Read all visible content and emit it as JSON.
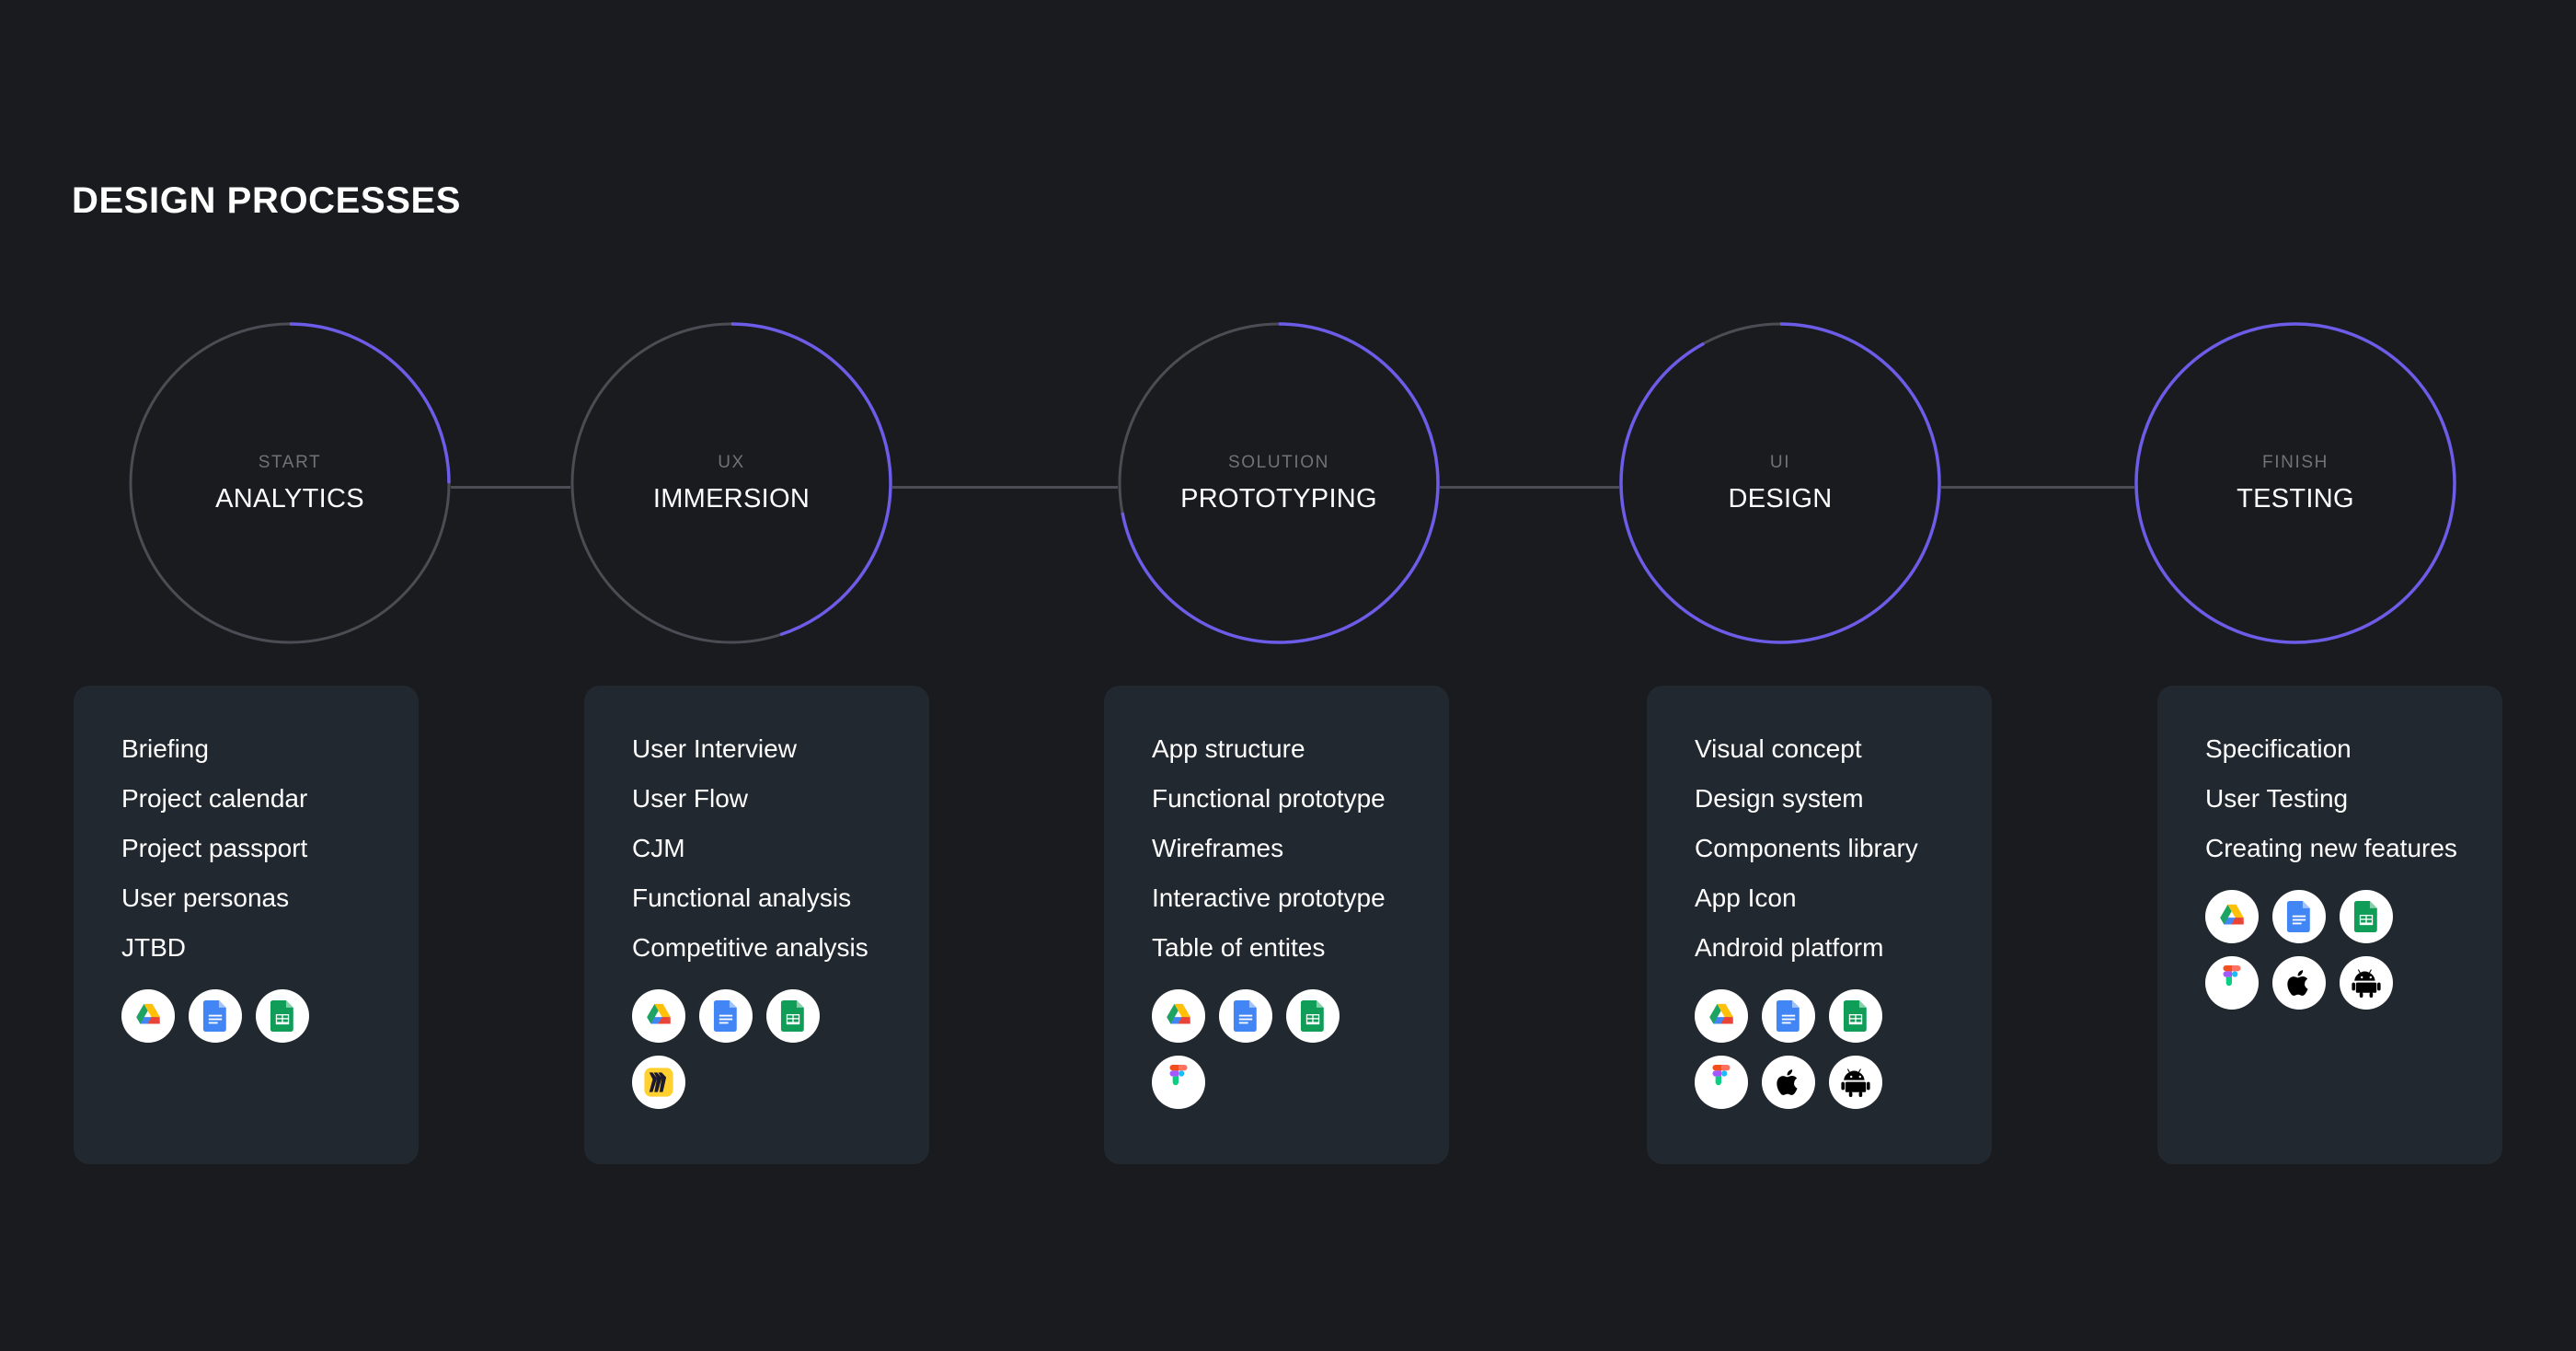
{
  "page": {
    "title": "DESIGN PROCESSES",
    "background": "#191B1F",
    "accent": "#6c5ce7",
    "track_color": "#4a4d53",
    "card_background": "#212830"
  },
  "stages": [
    {
      "stage_label": "START",
      "name": "ANALYTICS",
      "progress_percent": 25,
      "items": [
        "Briefing",
        "Project calendar",
        "Project passport",
        "User personas",
        "JTBD"
      ],
      "tool_rows": [
        [
          "google-drive-icon",
          "google-docs-icon",
          "google-sheets-icon"
        ]
      ]
    },
    {
      "stage_label": "UX",
      "name": "IMMERSION",
      "progress_percent": 45,
      "items": [
        "User Interview",
        "User Flow",
        "CJM",
        "Functional analysis",
        "Competitive analysis"
      ],
      "tool_rows": [
        [
          "google-drive-icon",
          "google-docs-icon",
          "google-sheets-icon"
        ],
        [
          "miro-icon"
        ]
      ]
    },
    {
      "stage_label": "SOLUTION",
      "name": "PROTOTYPING",
      "progress_percent": 72,
      "items": [
        "App structure",
        "Functional prototype",
        "Wireframes",
        "Interactive prototype",
        "Table of entites"
      ],
      "tool_rows": [
        [
          "google-drive-icon",
          "google-docs-icon",
          "google-sheets-icon"
        ],
        [
          "figma-icon"
        ]
      ]
    },
    {
      "stage_label": "UI",
      "name": "DESIGN",
      "progress_percent": 92,
      "items": [
        "Visual concept",
        "Design system",
        "Components library",
        "App Icon",
        "Android platform"
      ],
      "tool_rows": [
        [
          "google-drive-icon",
          "google-docs-icon",
          "google-sheets-icon"
        ],
        [
          "figma-icon",
          "apple-icon",
          "android-icon"
        ]
      ]
    },
    {
      "stage_label": "FINISH",
      "name": "TESTING",
      "progress_percent": 100,
      "items": [
        "Specification",
        "User Testing",
        "Creating new features"
      ],
      "tool_rows": [
        [
          "google-drive-icon",
          "google-docs-icon",
          "google-sheets-icon"
        ],
        [
          "figma-icon",
          "apple-icon",
          "android-icon"
        ]
      ]
    }
  ]
}
